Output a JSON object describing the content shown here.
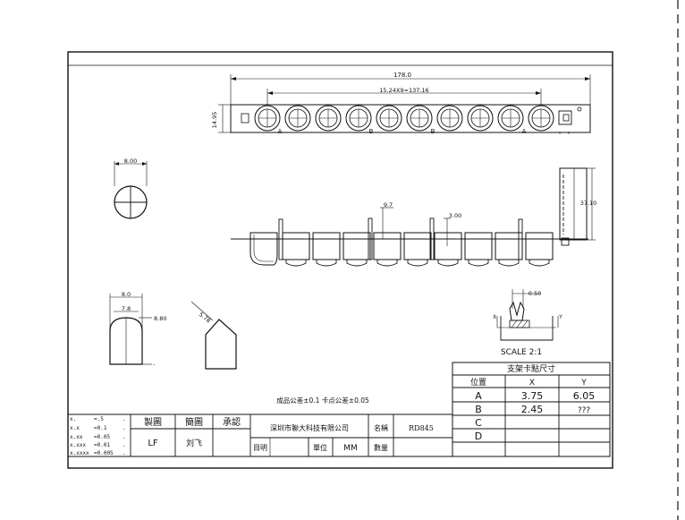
{
  "dims": {
    "overall_length": "178.0",
    "pitch": "15.24X9=137.16",
    "height": "14.95",
    "circle_dia": "8.00",
    "pin_length": "9.7",
    "pin_width": "3.00",
    "side_height": "37.10",
    "lamp_outer": "8.0",
    "lamp_inner": "7.8",
    "lamp_height": "8.80",
    "lamp_angle": "5.78",
    "clip_width": "0.50"
  },
  "strip_position_labels": [
    "A",
    "B",
    "B",
    "A"
  ],
  "scale_label": "SCALE 2:1",
  "detail_axis": {
    "left": "X",
    "right": "Y"
  },
  "tolerance_note": "成品公差±0.1 卡点公差±0.05",
  "tolerance_table": [
    {
      "label": "x.",
      "value": "=.5"
    },
    {
      "label": "x.x",
      "value": "=0.1"
    },
    {
      "label": "x.xx",
      "value": "=0.05"
    },
    {
      "label": "x.xxx",
      "value": "=0.01"
    },
    {
      "label": "x.xxxx",
      "value": "=0.005"
    }
  ],
  "title_block": {
    "draw_label": "製圖",
    "check_label": "簡圖",
    "approve_label": "承認",
    "drawer": "LF",
    "checker": "刘飞",
    "approver": "",
    "company": "深圳市聯大科技有限公司",
    "name_label": "名稱",
    "part_number": "RD845",
    "purpose_label": "目明",
    "unit_label": "單位",
    "unit_value": "MM",
    "qty_label": "數量",
    "qty_value": ""
  },
  "position_table": {
    "title": "支架卡點尺寸",
    "headers": [
      "位置",
      "X",
      "Y"
    ],
    "rows": [
      {
        "pos": "A",
        "x": "3.75",
        "y": "6.05"
      },
      {
        "pos": "B",
        "x": "2.45",
        "y": "???"
      },
      {
        "pos": "C",
        "x": "",
        "y": ""
      },
      {
        "pos": "D",
        "x": "",
        "y": ""
      }
    ]
  }
}
